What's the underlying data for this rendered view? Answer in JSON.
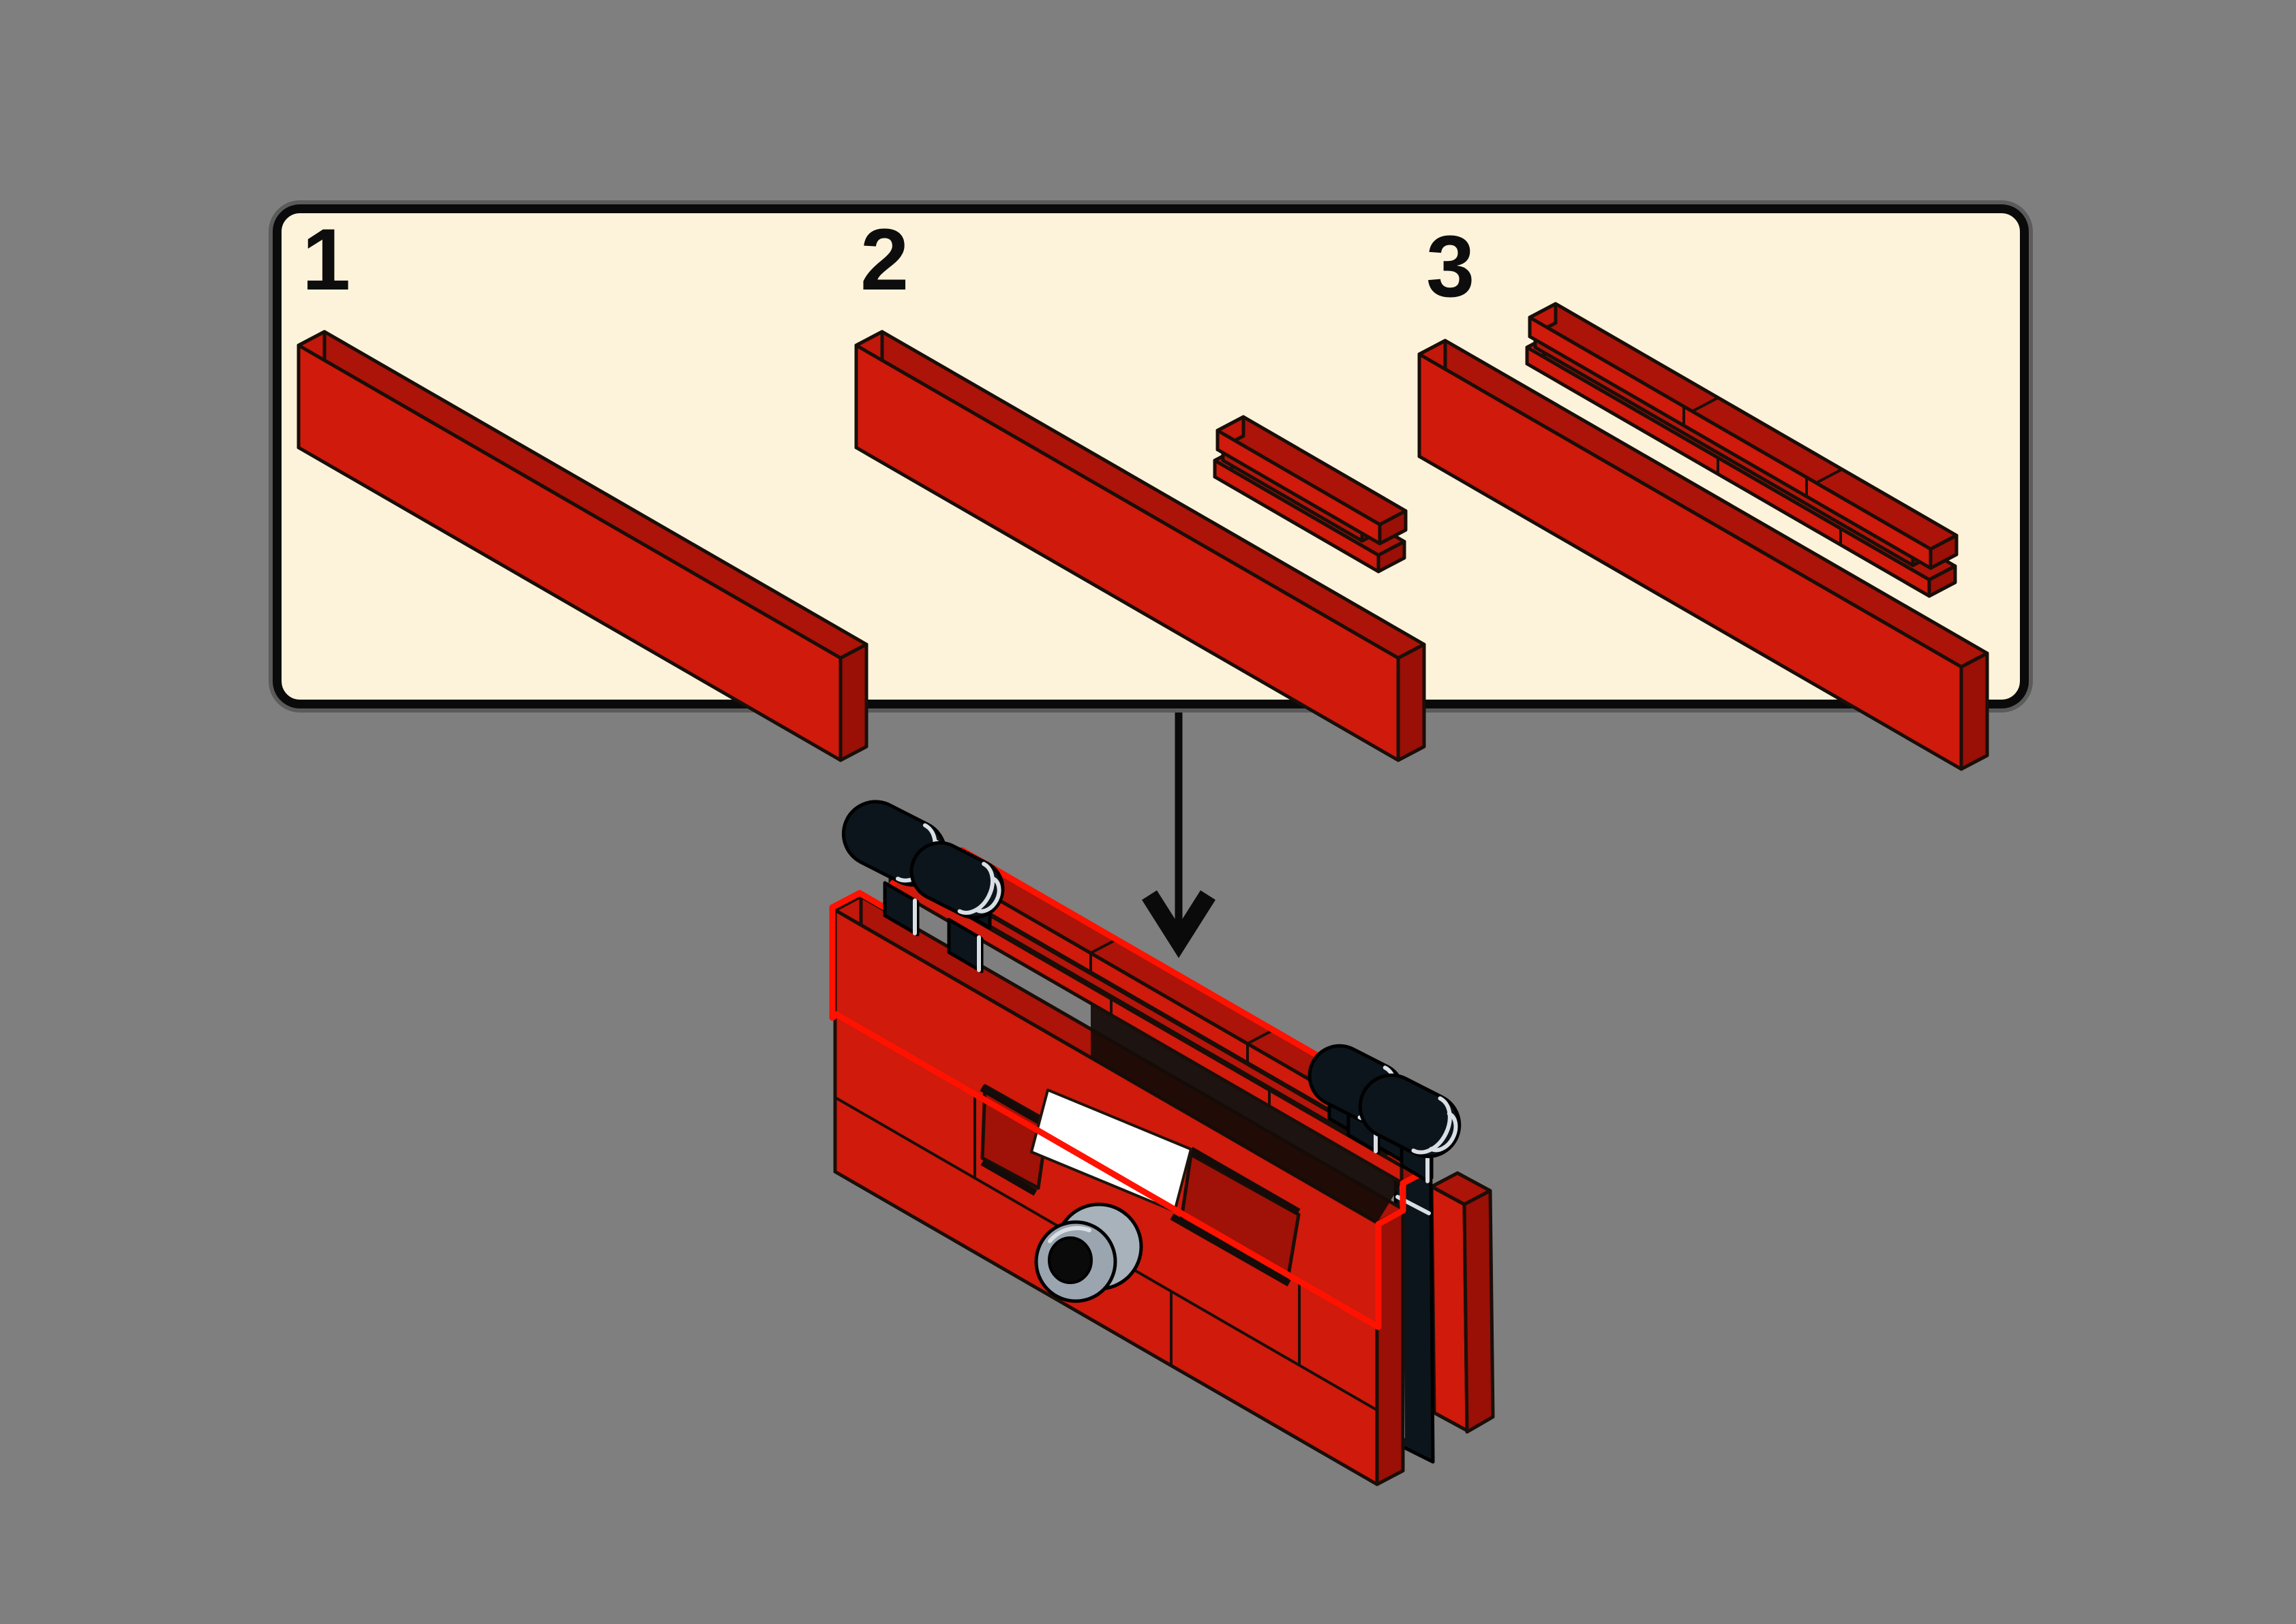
{
  "panel": {
    "steps": [
      {
        "label": "1"
      },
      {
        "label": "2"
      },
      {
        "label": "3"
      }
    ]
  },
  "colors": {
    "bg": "#7f7f7f",
    "ink": "#0d0d0d",
    "panelBg": "#fcf3da",
    "panelBorder": "#0a0a0a",
    "outline": "#1a0e08",
    "redFront": "#cf1a0c",
    "redTop": "#ac1309",
    "redEndLight": "#c2170b",
    "redEndDark": "#9a0f06",
    "redWeb": "#b5150a",
    "redRecess": "#a01107",
    "highlight": "#ff1200",
    "blackPart": "#0c151c",
    "blackOutline": "#000000",
    "whiteLine": "#d9dfe4",
    "knobBack": "#a8b2bb",
    "knobFront": "#9aa5af",
    "knobHole": "#0a0a0a",
    "sticker": "#ffffff",
    "shadowDark": "#150b08",
    "arrow": "#0a0a0a"
  }
}
